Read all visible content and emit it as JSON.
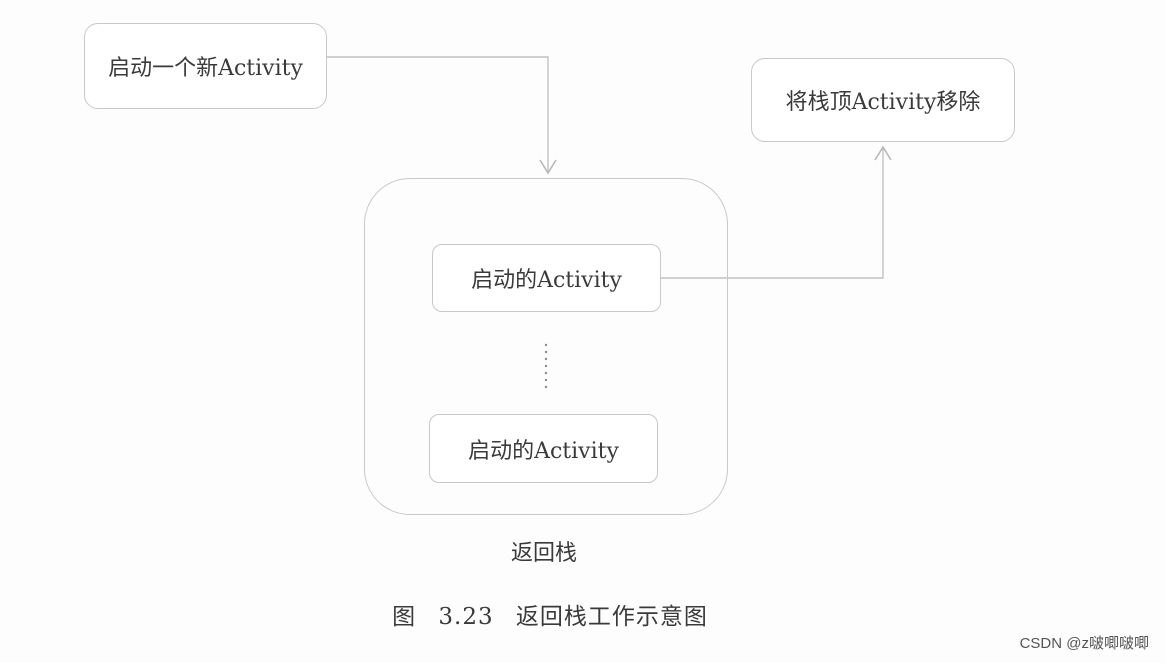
{
  "nodes": {
    "start_new": "启动一个新Activity",
    "remove_top": "将栈顶Activity移除",
    "stack_top": "启动的Activity",
    "stack_bottom": "启动的Activity"
  },
  "stack_label": "返回栈",
  "caption": "图 3.23 返回栈工作示意图",
  "watermark": "CSDN @z啵唧啵唧",
  "colors": {
    "border": "#c8c8c8",
    "text": "#3a3a3a",
    "background": "#fdfdfd"
  }
}
